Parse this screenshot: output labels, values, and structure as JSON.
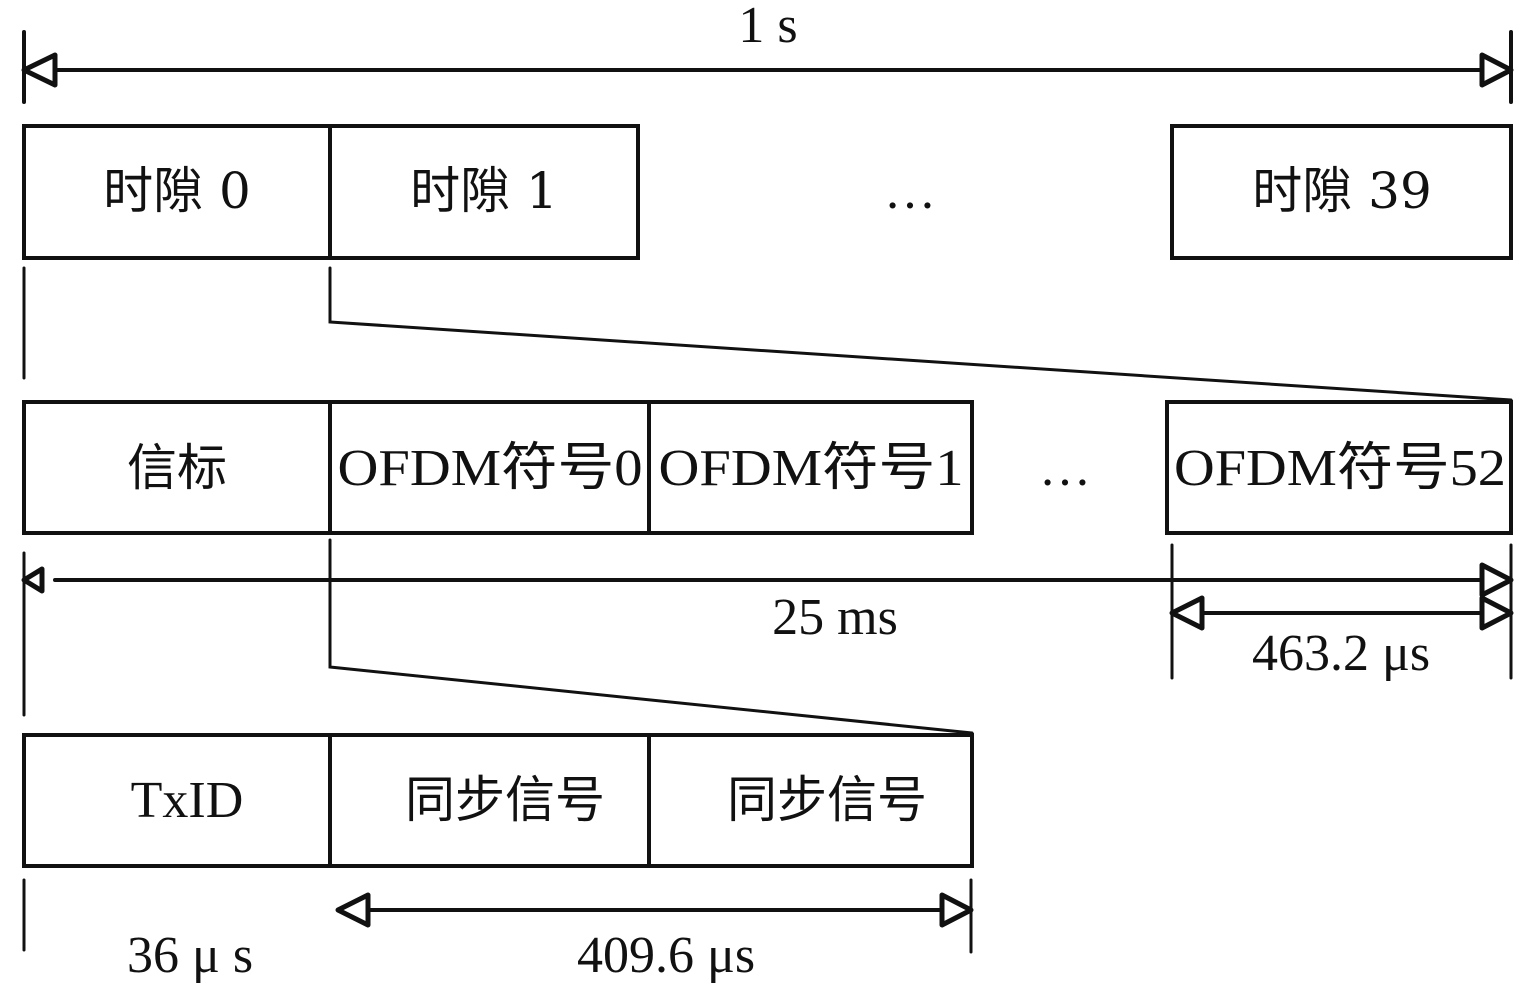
{
  "diagram": {
    "title": "DRM frame structure hierarchy",
    "level1": {
      "span_label": "1 s",
      "slots": [
        {
          "label": "时隙 0"
        },
        {
          "label": "时隙 1"
        },
        {
          "label": "时隙 39"
        }
      ],
      "ellipsis": "…"
    },
    "level2": {
      "span_label": "25 ms",
      "symbol_span_label": "463.2 μs",
      "cells": [
        {
          "label": "信标"
        },
        {
          "label": "OFDM符号0"
        },
        {
          "label": "OFDM符号1"
        },
        {
          "label": "OFDM符号52"
        }
      ],
      "ellipsis": "…"
    },
    "level3": {
      "txid_duration_label": "36 μ s",
      "sync_span_label": "409.6 μs",
      "cells": [
        {
          "label": "TxID"
        },
        {
          "label": "同步信号"
        },
        {
          "label": "同步信号"
        }
      ]
    }
  }
}
